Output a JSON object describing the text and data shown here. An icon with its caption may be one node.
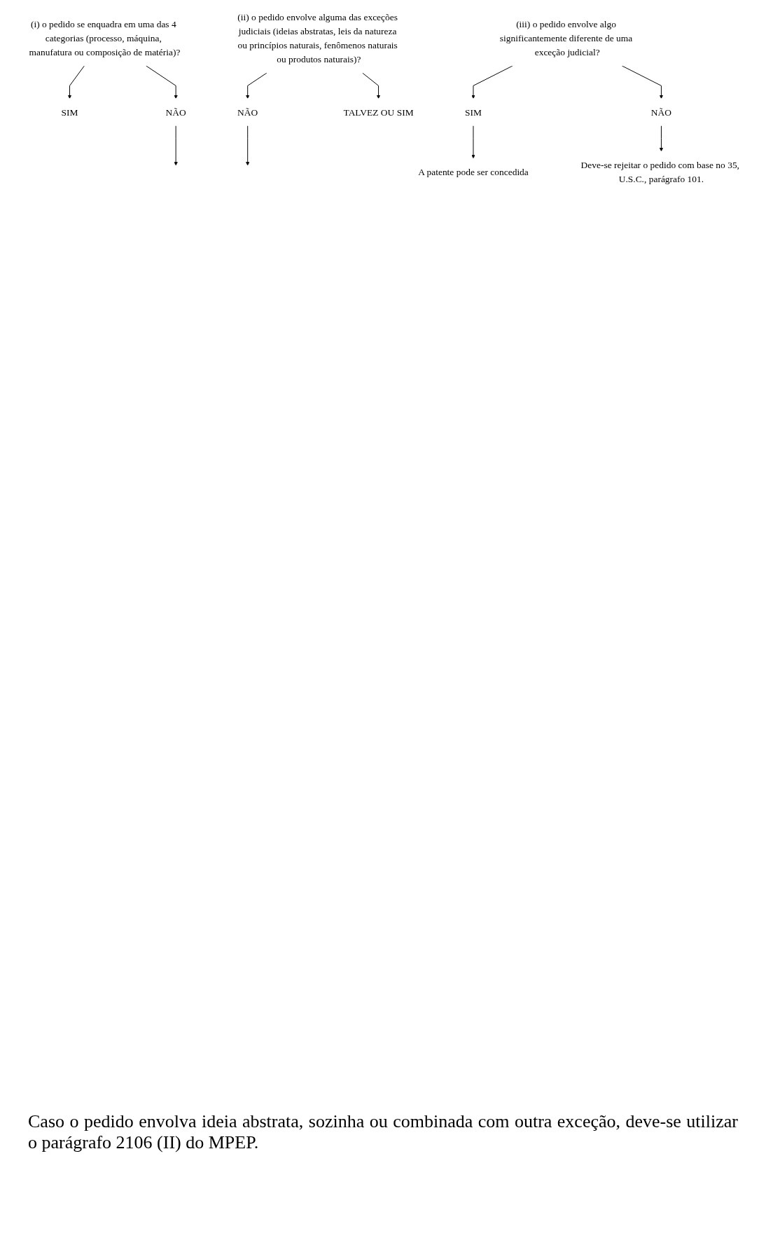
{
  "diagram": {
    "nodes": [
      {
        "text": [
          "(i) o pedido se enquadra em uma das 4 categorias (processo, máquina, manufatura ou composição de matéria)?"
        ]
      },
      {
        "text": [
          "SIM"
        ]
      },
      {
        "text": [
          "NÃO"
        ]
      },
      {
        "text": [
          "(ii) o pedido envolve alguma das exceções judiciais (ideias abstratas, leis da natureza ou princípios naturais, fenômenos naturais ou produtos naturais)?"
        ]
      },
      {
        "text": [
          "NÃO"
        ]
      },
      {
        "text": [
          "TALVEZ OU SIM"
        ]
      },
      {
        "text": [
          "(iii) o pedido envolve algo significantemente diferente de uma exceção judicial?"
        ]
      },
      {
        "text": [
          "SIM"
        ]
      },
      {
        "text": [
          "NÃO"
        ]
      },
      {
        "text": [
          "A patente pode ser concedida"
        ]
      },
      {
        "text": [
          "Deve-se rejeitar o pedido com base no 35, U.S.C., parágrafo 101."
        ]
      }
    ],
    "edges": [
      {
        "from": 0,
        "to": 1,
        "arrow": "to"
      },
      {
        "from": 0,
        "to": 2,
        "arrow": "to"
      },
      {
        "from": 2,
        "to": null,
        "arrow": "to"
      },
      {
        "from": 3,
        "to": 4,
        "arrow": "to"
      },
      {
        "from": 3,
        "to": 5,
        "arrow": "to"
      },
      {
        "from": 4,
        "to": null,
        "arrow": "to"
      },
      {
        "from": 6,
        "to": 7,
        "arrow": "to"
      },
      {
        "from": 6,
        "to": 8,
        "arrow": "to"
      },
      {
        "from": 7,
        "to": 9,
        "arrow": "to"
      },
      {
        "from": 8,
        "to": 10,
        "arrow": "to"
      }
    ],
    "labels": [
      "Caso o pedido envolva ideia abstrata, sozinha ou combinada com outra exceção, deve-se utilizar o parágrafo 2106 (II) do MPEP."
    ]
  }
}
